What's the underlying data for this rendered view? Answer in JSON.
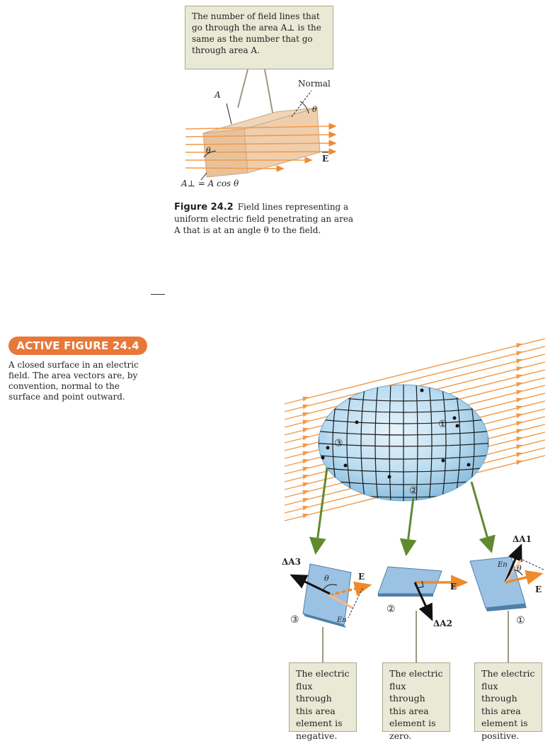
{
  "figure_24_2": {
    "callout_text": "The number of field lines that go through the area A⊥ is the same as the number that go through area A.",
    "label_A": "A",
    "label_normal": "Normal",
    "label_theta_top": "θ",
    "label_theta_bottom": "θ",
    "label_E": "E",
    "label_A_perp": "A⊥ = A cos θ",
    "caption_label": "Figure 24.2",
    "caption_text": "Field lines representing a uniform electric field penetrating an area A that is at an angle θ to the field."
  },
  "active_figure_24_4": {
    "badge": "ACTIVE FIGURE 24.4",
    "caption": "A closed surface in an electric field. The area vectors are, by convention, normal to the surface and point outward.",
    "surface_labels": {
      "one": "①",
      "two": "②",
      "three": "③"
    },
    "elements": [
      {
        "number": "③",
        "area_vector": "ΔA3",
        "theta": "θ",
        "field": "E",
        "component": "En",
        "callout": "The electric flux through this area element is negative."
      },
      {
        "number": "②",
        "area_vector": "ΔA2",
        "field": "E",
        "callout": "The electric flux through this area element is zero."
      },
      {
        "number": "①",
        "area_vector": "ΔA1",
        "theta": "θ",
        "field": "E",
        "component": "En",
        "callout": "The electric flux through this area element is positive."
      }
    ]
  },
  "colors": {
    "field_line": "#f29a4a",
    "badge": "#e8783a",
    "callout_fill": "#e9e9d6",
    "surface": "#a9cfe6",
    "plane_tan": "#e7c7a4",
    "green_arrow": "#5f8a2f"
  }
}
